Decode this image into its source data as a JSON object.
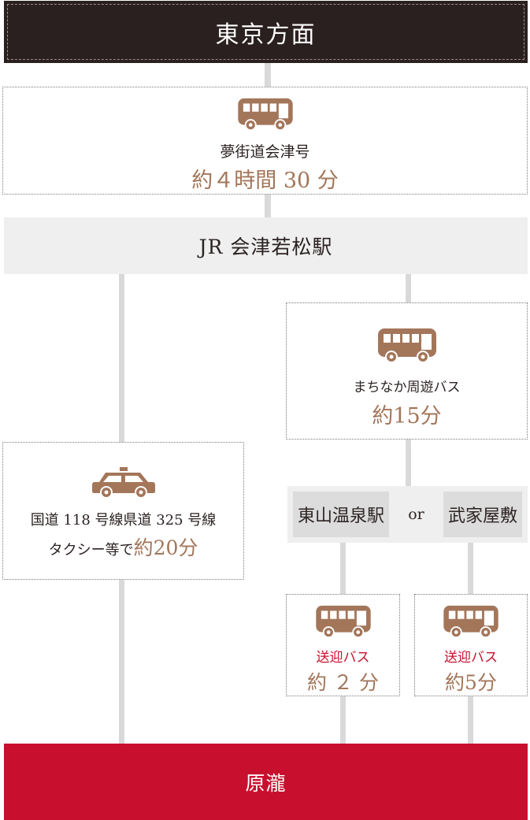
{
  "header": {
    "title": "東京方面"
  },
  "step1": {
    "route": "夢街道会津号",
    "time": "約４時間 30 分",
    "icon": "bus-icon"
  },
  "station1": {
    "name": "JR 会津若松駅"
  },
  "step2": {
    "route": "まちなか周遊バス",
    "time": "約15分",
    "icon": "bus-icon"
  },
  "taxi": {
    "line1": "国道 118 号線県道 325 号線",
    "line2_prefix": "タクシー等で",
    "time": "約20分",
    "icon": "taxi-icon"
  },
  "stations2": {
    "left": "東山温泉駅",
    "or": "or",
    "right": "武家屋敷"
  },
  "shuttle_left": {
    "label": "送迎バス",
    "time": "約 ２ 分",
    "icon": "bus-icon"
  },
  "shuttle_right": {
    "label": "送迎バス",
    "time": "約5分",
    "icon": "bus-icon"
  },
  "footer": {
    "destination": "原瀧"
  },
  "colors": {
    "header": "#2b2020",
    "brown": "#a3765a",
    "red": "#c8102e",
    "line": "#d9d9d9"
  }
}
